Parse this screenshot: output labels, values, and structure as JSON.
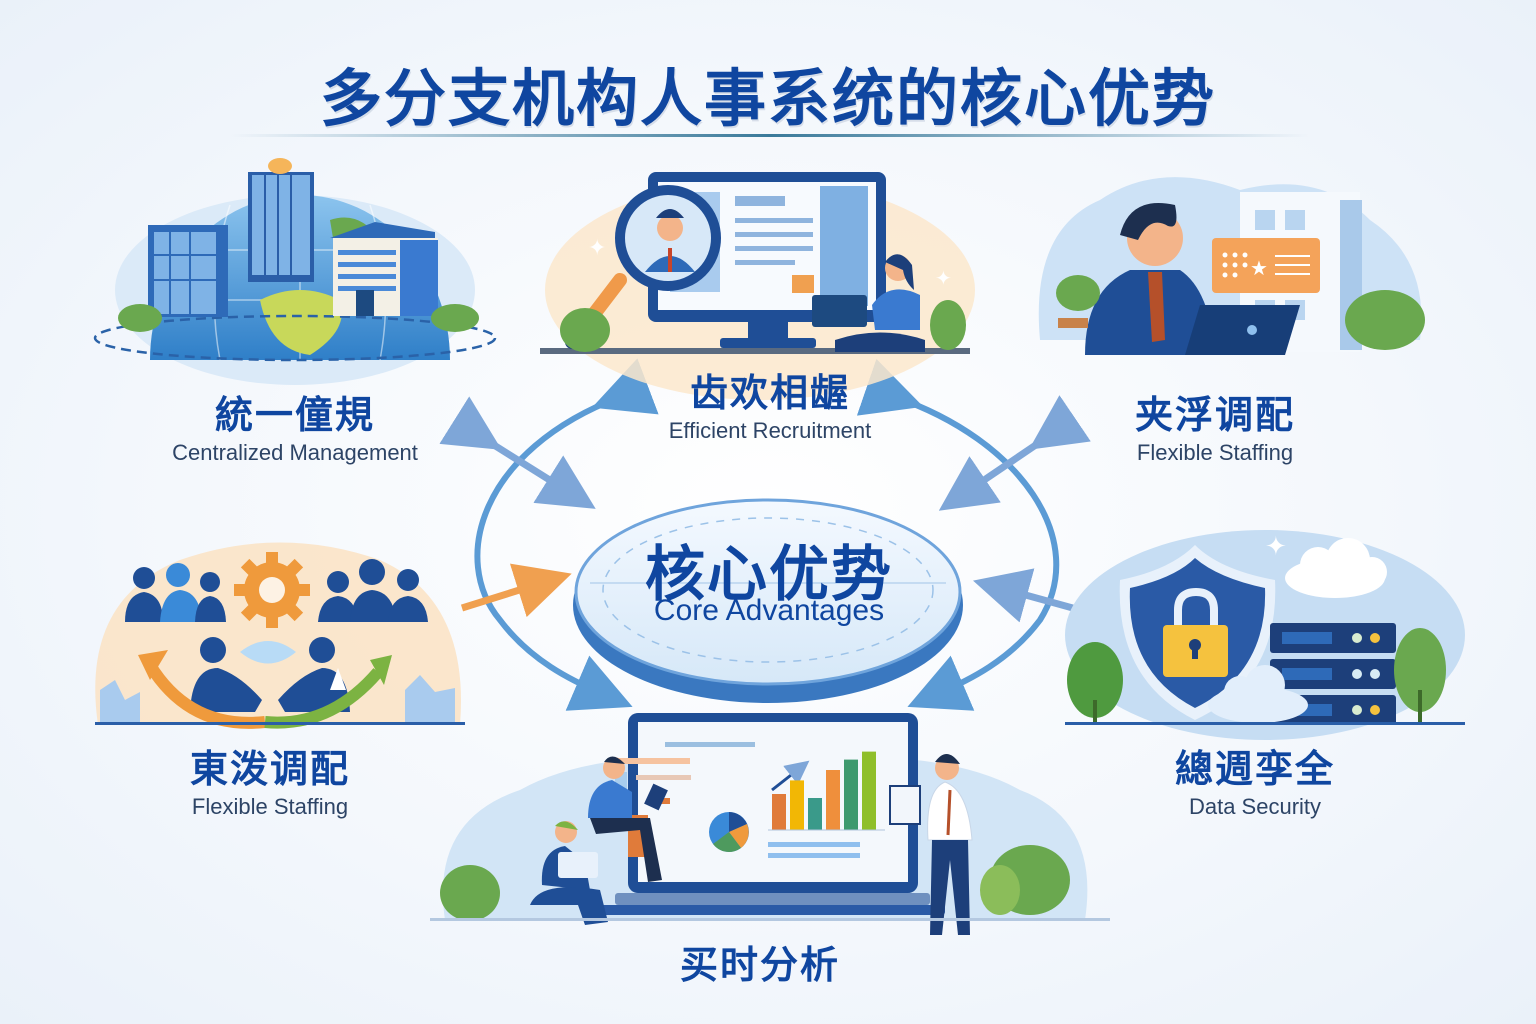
{
  "title": "多分支机构人事系统的核心优势",
  "center": {
    "zh": "核心优势",
    "en": "Core Advantages"
  },
  "nodes": [
    {
      "id": "centralized",
      "zh": "統一僮規",
      "en": "Centralized Management",
      "illustration": "globe-with-office-buildings"
    },
    {
      "id": "recruitment",
      "zh": "齿欢相龌",
      "en": "Efficient Recruitment",
      "illustration": "monitor-with-magnifier-and-candidate"
    },
    {
      "id": "flexible-top",
      "zh": "夹浮调配",
      "en": "Flexible Staffing",
      "illustration": "businessman-laptop-with-id-card"
    },
    {
      "id": "flexible-left",
      "zh": "東泼调配",
      "en": "Flexible Staffing",
      "illustration": "team-groups-with-gear-and-arrows"
    },
    {
      "id": "security",
      "zh": "總週孪全",
      "en": "Data Security",
      "illustration": "shield-lock-server-cloud"
    },
    {
      "id": "analytics",
      "zh": "买时分析",
      "en": "",
      "illustration": "laptop-dashboard-with-people"
    }
  ],
  "colors": {
    "title": "#0f46a0",
    "subtitle": "#2d4466",
    "arrow_blue": "#5b9bd5",
    "arrow_orange": "#f0a050",
    "accent_orange": "#ef9a3c",
    "green": "#6aa84f",
    "navy": "#1d3f7a"
  },
  "analytics_chart": {
    "type": "bar",
    "values": [
      45,
      62,
      40,
      75,
      88,
      98
    ],
    "colors": [
      "#e07b3a",
      "#f2b705",
      "#3a9a8a",
      "#ef8f3c",
      "#3e9a6e",
      "#8fbf2a"
    ]
  }
}
